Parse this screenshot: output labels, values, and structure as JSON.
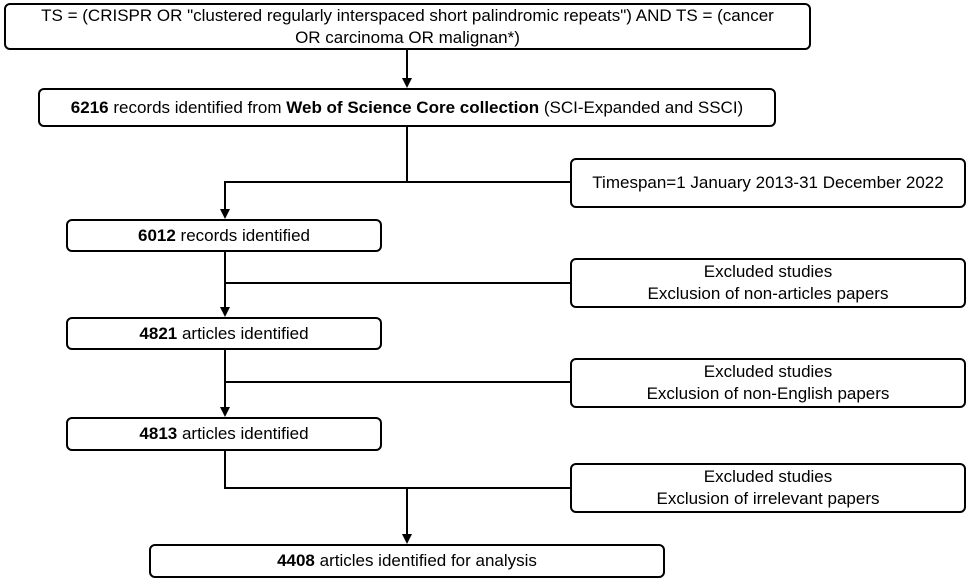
{
  "search_query": {
    "line1": "TS = (CRISPR OR \"clustered regularly interspaced short palindromic repeats\") AND TS = (cancer",
    "line2": "OR carcinoma OR malignan*)"
  },
  "source": {
    "count": "6216",
    "text_a": " records identified from ",
    "db": "Web of Science Core collection",
    "text_b": " (SCI-Expanded and SSCI)"
  },
  "timespan": {
    "label": "Timespan=1 January 2013-31 December 2022"
  },
  "step1": {
    "count": "6012",
    "label": " records identified"
  },
  "exclusion1": {
    "title": "Excluded studies",
    "detail": "Exclusion of non-articles papers"
  },
  "step2": {
    "count": "4821",
    "label": " articles identified"
  },
  "exclusion2": {
    "title": "Excluded studies",
    "detail": "Exclusion of non-English papers"
  },
  "step3": {
    "count": "4813",
    "label": " articles identified"
  },
  "exclusion3": {
    "title": "Excluded studies",
    "detail": "Exclusion of irrelevant papers"
  },
  "final": {
    "count": "4408",
    "label": " articles identified for analysis"
  }
}
